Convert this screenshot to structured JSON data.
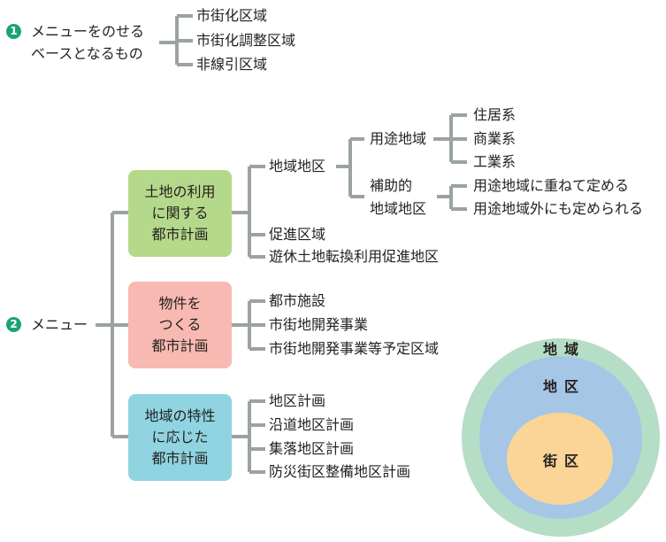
{
  "section1": {
    "badge": "1",
    "title_lines": [
      "メニューをのせる",
      "ベースとなるもの"
    ],
    "items": [
      "市街化区域",
      "市街化調整区域",
      "非線引区域"
    ]
  },
  "section2": {
    "badge": "2",
    "title": "メニュー",
    "boxes": [
      {
        "lines": [
          "土地の利用",
          "に関する",
          "都市計画"
        ],
        "color": "#b5d98a"
      },
      {
        "lines": [
          "物件を",
          "つくる",
          "都市計画"
        ],
        "color": "#f7b9b1"
      },
      {
        "lines": [
          "地域の特性",
          "に応じた",
          "都市計画"
        ],
        "color": "#8fd4e0"
      }
    ],
    "land_use": {
      "chiiki_chiku": "地域地区",
      "youto": "用途地域",
      "youto_items": [
        "住居系",
        "商業系",
        "工業系"
      ],
      "hojo_lines": [
        "補助的",
        "地域地区"
      ],
      "hojo_items": [
        "用途地域に重ねて定める",
        "用途地域外にも定められる"
      ],
      "others": [
        "促進区域",
        "遊休土地転換利用促進地区"
      ]
    },
    "facilities": [
      "都市施設",
      "市街地開発事業",
      "市街地開発事業等予定区域"
    ],
    "local": [
      "地区計画",
      "沿道地区計画",
      "集落地区計画",
      "防災街区整備地区計画"
    ]
  },
  "circles": {
    "outer": "地域",
    "middle": "地区",
    "inner": "街区",
    "colors": {
      "outer": "#b6ddc6",
      "middle": "#a6c6e6",
      "inner": "#fbd597"
    }
  }
}
